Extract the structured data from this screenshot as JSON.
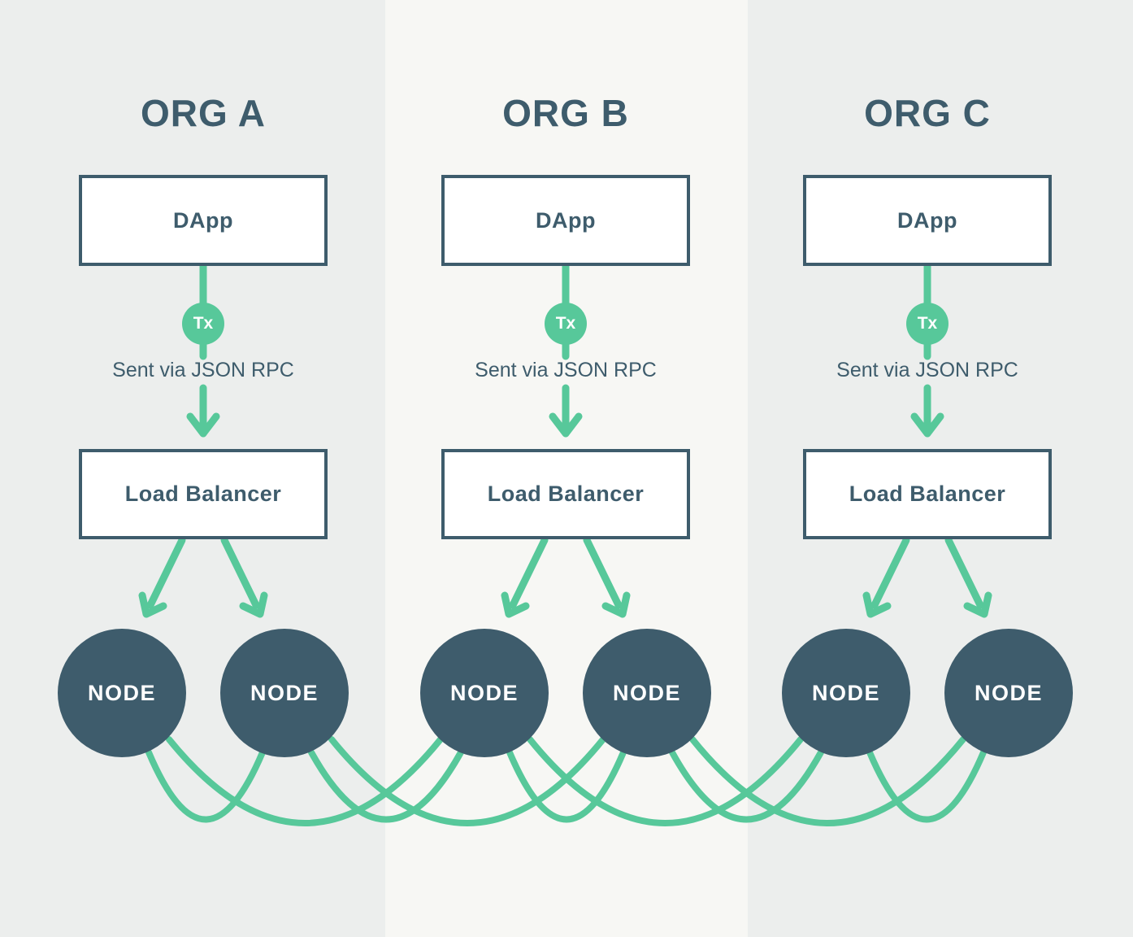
{
  "colors": {
    "ink": "#3e5c6c",
    "green": "#57c89a",
    "box_bg": "#ffffff",
    "background_side": "#eceeed",
    "background_middle": "#f7f7f4"
  },
  "columns": [
    {
      "title": "ORG A",
      "dapp_label": "DApp",
      "tx_badge": "Tx",
      "rpc_label": "Sent via JSON RPC",
      "load_balancer_label": "Load Balancer",
      "node_labels": [
        "NODE",
        "NODE"
      ]
    },
    {
      "title": "ORG B",
      "dapp_label": "DApp",
      "tx_badge": "Tx",
      "rpc_label": "Sent via JSON RPC",
      "load_balancer_label": "Load Balancer",
      "node_labels": [
        "NODE",
        "NODE"
      ]
    },
    {
      "title": "ORG C",
      "dapp_label": "DApp",
      "tx_badge": "Tx",
      "rpc_label": "Sent via JSON RPC",
      "load_balancer_label": "Load Balancer",
      "node_labels": [
        "NODE",
        "NODE"
      ]
    }
  ]
}
